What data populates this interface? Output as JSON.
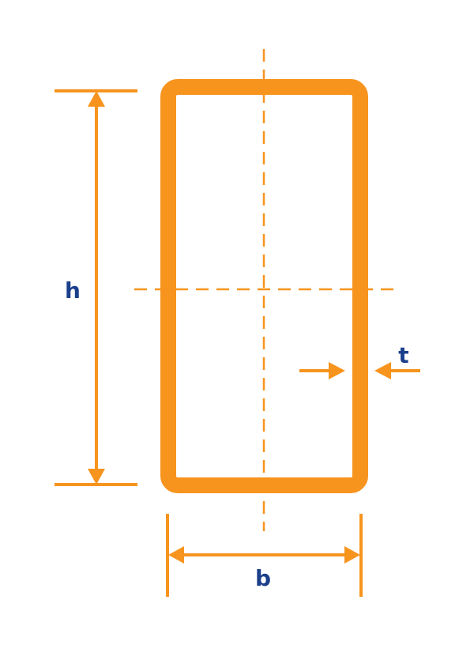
{
  "diagram": {
    "labels": {
      "height": "h",
      "width": "b",
      "thickness": "t"
    },
    "colors": {
      "shape": "#F7941E",
      "label": "#1B3F8B",
      "background": "#FFFFFF"
    },
    "shape": "rectangular hollow section"
  }
}
